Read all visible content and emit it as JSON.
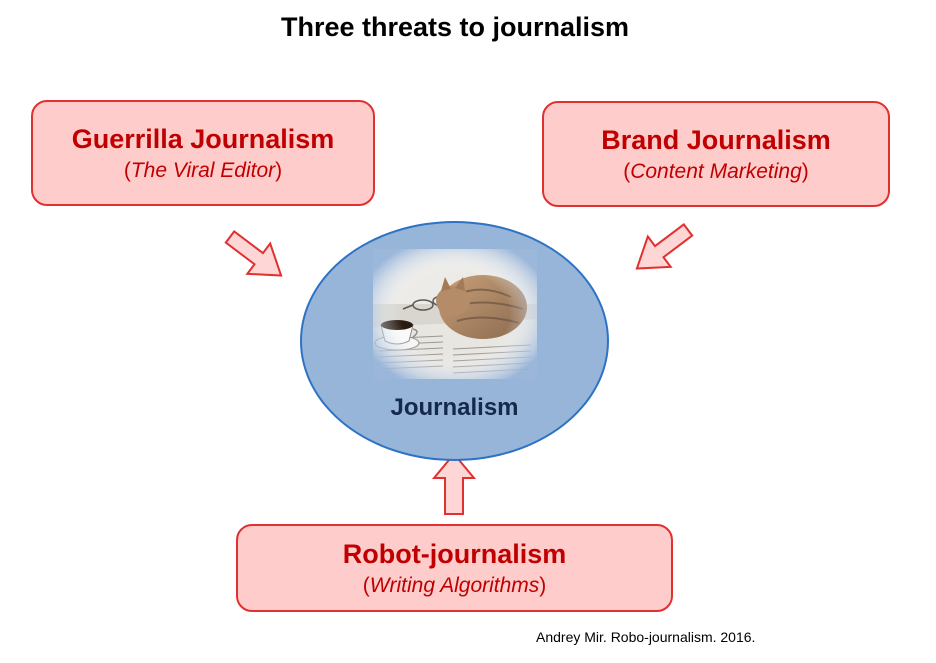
{
  "title": "Three threats to journalism",
  "threats": {
    "guerrilla": {
      "title": "Guerrilla Journalism",
      "subtitle": "The Viral Editor"
    },
    "brand": {
      "title": "Brand Journalism",
      "subtitle": "Content Marketing"
    },
    "robot": {
      "title": "Robot-journalism",
      "subtitle": "Writing Algorithms"
    }
  },
  "center": {
    "label": "Journalism",
    "image": "cat-sleeping-on-newspaper-photo"
  },
  "credit": "Andrey Mir. Robo-journalism. 2016.",
  "colors": {
    "box_fill": "#ffcccc",
    "box_border": "#e03030",
    "threat_text": "#c00000",
    "ellipse_fill": "#97b4d9",
    "ellipse_border": "#2d73c4",
    "center_text": "#15294a"
  }
}
